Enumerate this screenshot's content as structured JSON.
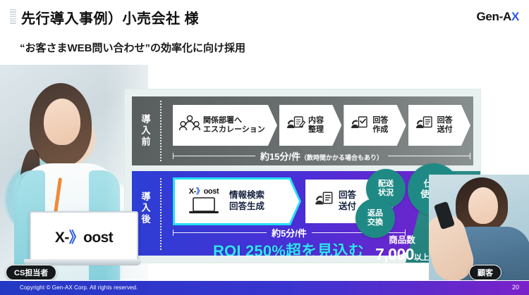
{
  "header": {
    "title": "先行導入事例）小売会社 様",
    "subtitle": "“お客さまWEB問い合わせ”の効率化に向け採用",
    "logo": {
      "prefix": "Gen-",
      "a": "A",
      "x": "X"
    }
  },
  "photos": {
    "left_badge": "CS担当者",
    "right_badge": "顧客",
    "laptop_logo": {
      "x": "X-",
      "arrow": "》",
      "boost": "oost"
    }
  },
  "before": {
    "label": "導入前",
    "steps": [
      {
        "icon": "people-group-icon",
        "line1": "関係部署へ",
        "line2": "エスカレーション"
      },
      {
        "icon": "person-document-pen-icon",
        "line1": "内容",
        "line2": "整理"
      },
      {
        "icon": "person-document-check-icon",
        "line1": "回答",
        "line2": "作成"
      },
      {
        "icon": "person-document-list-icon",
        "line1": "回答",
        "line2": "送付"
      }
    ],
    "measure_main": "約15分/件",
    "measure_note": "（数時間かかる場合もあり）"
  },
  "after": {
    "label": "導入後",
    "xboost_logo": {
      "x": "X-",
      "arrow": "》",
      "boost": "oost"
    },
    "steps": [
      {
        "icon": "laptop-icon",
        "line1": "情報検索",
        "line2": "回答生成"
      },
      {
        "icon": "person-document-list-icon",
        "line1": "回答",
        "line2": "送付"
      }
    ],
    "measure_main": "約5分/件",
    "roi": "ROI 250%超を見込む"
  },
  "inquiries": {
    "bubbles": [
      {
        "line1": "配送",
        "line2": "状況"
      },
      {
        "line1": "仕様/",
        "line2": "使い方"
      },
      {
        "line1": "返品",
        "line2": "交換"
      }
    ],
    "product_label": "商品数",
    "product_count": "7,000",
    "product_suffix": "以上"
  },
  "footer": {
    "copyright": "Copyright © Gen-AX Corp. All rights reserved.",
    "page": "20"
  },
  "colors": {
    "accent_blue": "#2a5ce0",
    "cyan": "#2fe3f7",
    "teal": "#1f8a85",
    "before_gray": "#6d7373",
    "purple": "#7a22c9"
  }
}
